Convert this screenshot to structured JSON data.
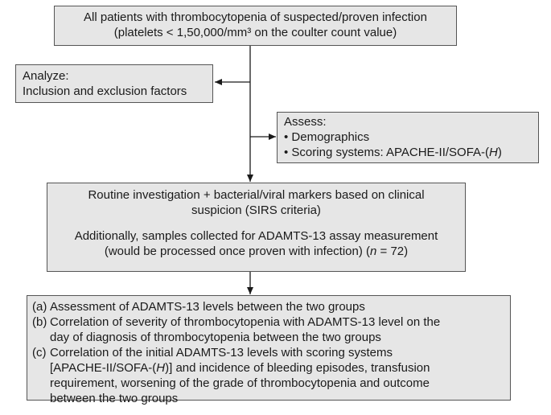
{
  "top_box": {
    "line1": "All patients with thrombocytopenia of suspected/proven infection",
    "line2": "(platelets < 1,50,000/mm³ on the coulter count value)"
  },
  "analyze_box": {
    "line1": "Analyze:",
    "line2": "Inclusion and exclusion factors"
  },
  "assess_box": {
    "heading": "Assess:",
    "items": [
      "Demographics",
      "Scoring systems: APACHE-II/SOFA-("
    ],
    "item2_italic": "H",
    "item2_tail": ")"
  },
  "routine_box": {
    "line1": "Routine investigation + bacterial/viral markers based on clinical",
    "line2": "suspicion (SIRS criteria)",
    "line3": "Additionally, samples collected for ADAMTS-13 assay measurement",
    "line4_a": "(would be processed once proven with infection) (",
    "line4_n": "n",
    "line4_b": " = 72)"
  },
  "outcomes_box": {
    "items": [
      {
        "marker": "(a)",
        "lines": [
          "Assessment of ADAMTS-13 levels between the two groups"
        ]
      },
      {
        "marker": "(b)",
        "lines": [
          "Correlation of severity of thrombocytopenia with ADAMTS-13 level on the",
          "day of diagnosis of thrombocytopenia between the two groups"
        ]
      },
      {
        "marker": "(c)",
        "lines": [
          "Correlation of the initial ADAMTS-13 levels with scoring systems",
          "[APACHE-II/SOFA-(",
          "and incidence of bleeding episodes, transfusion",
          "requirement, worsening of the grade of thrombocytopenia and outcome",
          "between the two groups"
        ],
        "italic_h": "H",
        "after_h": ")] "
      }
    ]
  }
}
